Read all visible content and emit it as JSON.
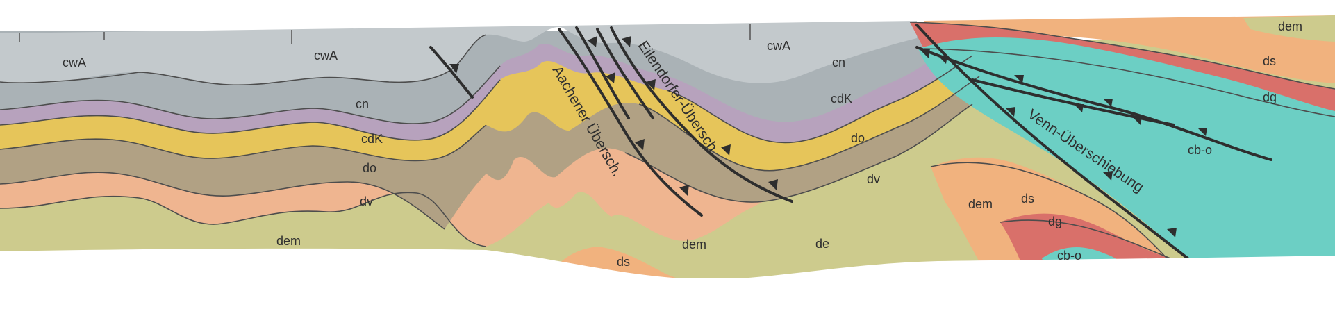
{
  "colors": {
    "paper": "#ffffff",
    "cwA": "#c3c9cc",
    "cn": "#aab2b6",
    "cdK": "#b7a2bd",
    "do": "#e6c55a",
    "dv": "#b1a184",
    "de": "#efb590",
    "dem": "#cdcb8d",
    "ds": "#f1b27e",
    "dg": "#d9706a",
    "cb-o": "#6ccfc4",
    "fault": "#2e2e2e"
  },
  "units": [
    {
      "id": "cwA-left",
      "text": "cwA"
    },
    {
      "id": "cwA-mid",
      "text": "cwA"
    },
    {
      "id": "cwA-right",
      "text": "cwA"
    },
    {
      "id": "cn-left",
      "text": "cn"
    },
    {
      "id": "cn-right",
      "text": "cn"
    },
    {
      "id": "cdK-left",
      "text": "cdK"
    },
    {
      "id": "cdK-right",
      "text": "cdK"
    },
    {
      "id": "do-left",
      "text": "do"
    },
    {
      "id": "do-right",
      "text": "do"
    },
    {
      "id": "dv-left",
      "text": "dv"
    },
    {
      "id": "dv-right",
      "text": "dv"
    },
    {
      "id": "dem-left",
      "text": "dem"
    },
    {
      "id": "dem-mid",
      "text": "dem"
    },
    {
      "id": "dem-east",
      "text": "dem"
    },
    {
      "id": "dem-top-right",
      "text": "dem"
    },
    {
      "id": "ds-mid",
      "text": "ds"
    },
    {
      "id": "ds-east",
      "text": "ds"
    },
    {
      "id": "ds-top-right",
      "text": "ds"
    },
    {
      "id": "de-mid",
      "text": "de"
    },
    {
      "id": "dg-east",
      "text": "dg"
    },
    {
      "id": "dg-top-right",
      "text": "dg"
    },
    {
      "id": "cb-o-main",
      "text": "cb-o"
    },
    {
      "id": "cb-o-low",
      "text": "cb-o"
    }
  ],
  "faults": [
    {
      "id": "aachener",
      "text": "Aachener Übersch."
    },
    {
      "id": "eilendorfer",
      "text": "Eilendorfer-Übersch."
    },
    {
      "id": "venn",
      "text": "Venn-Überschiebung"
    }
  ]
}
